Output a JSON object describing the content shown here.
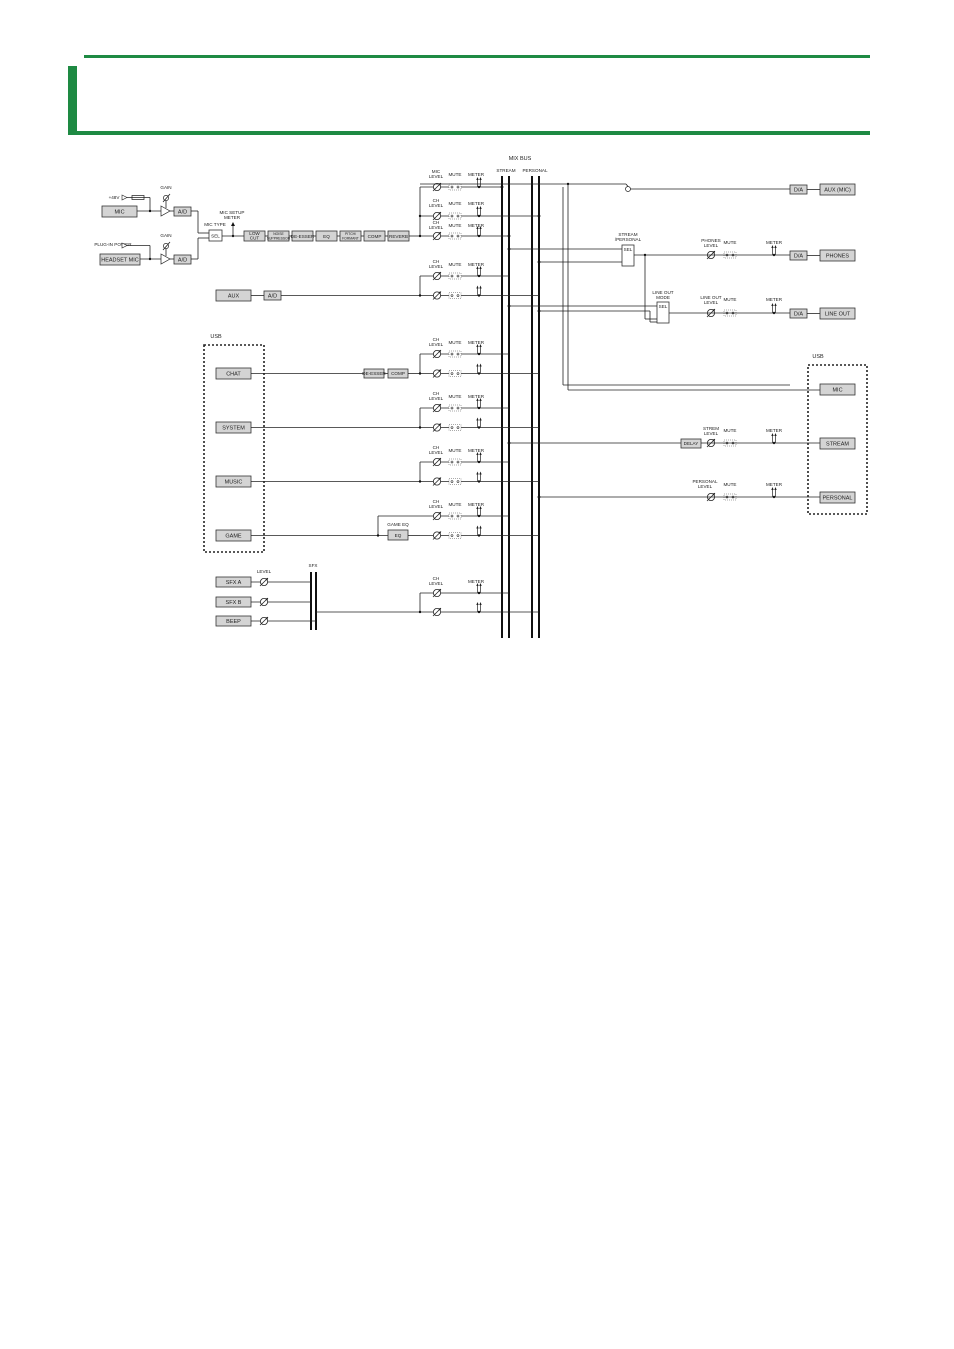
{
  "header": {
    "title": ""
  },
  "diagram": {
    "mix_bus_label": "MIX BUS",
    "bus_labels": [
      "STREAM",
      "PERSONAL"
    ],
    "inputs": {
      "mic": "MIC",
      "headset_mic": "HEADSET MIC",
      "aux": "AUX",
      "chat": "CHAT",
      "system": "SYSTEM",
      "music": "MUSIC",
      "game": "GAME",
      "sfx_a": "SFX A",
      "sfx_b": "SFX B",
      "beep": "BEEP"
    },
    "labels": {
      "phantom": "+48V",
      "plugin_power": "PLUG-IN POWER",
      "gain": "GAIN",
      "ad": "A/D",
      "da": "D/A",
      "sel": "SEL",
      "mic_type": "MIC TYPE",
      "mic_setup_meter": [
        "MIC SETUP",
        "METER"
      ],
      "mic_chain": [
        "LOW CUT",
        "NOISE SUPPRESSOR",
        "DE-ESSER",
        "EQ",
        "PITCH/ FORMANT",
        "COMP",
        "REVERB"
      ],
      "mic_level": [
        "MIC",
        "LEVEL"
      ],
      "ch_level": [
        "CH",
        "LEVEL"
      ],
      "mute": "MUTE",
      "meter": "METER",
      "de_esser": "DE-ESSER",
      "comp": "COMP",
      "game_eq": "GAME EQ",
      "eq": "EQ",
      "usb": "USB",
      "sfx": "SFX",
      "level": "LEVEL",
      "stream_personal": [
        "STREAM",
        "/PERSONAL"
      ],
      "line_out_mode": [
        "LINE OUT",
        "MODE"
      ],
      "phones_level": [
        "PHONES",
        "LEVEL"
      ],
      "line_out_level": [
        "LINE OUT",
        "LEVEL"
      ],
      "strem_level": [
        "STREM",
        "LEVEL"
      ],
      "personal_level": [
        "PERSONAL",
        "LEVEL"
      ],
      "delay": "DELAY"
    },
    "outputs": {
      "aux_mic": "AUX (MIC)",
      "phones": "PHONES",
      "line_out": "LINE OUT",
      "usb_mic": "MIC",
      "usb_stream": "STREAM",
      "usb_personal": "PERSONAL"
    }
  },
  "colors": {
    "accent": "#1e8a43",
    "block_fill": "#d4d4d4",
    "line": "#222222"
  }
}
